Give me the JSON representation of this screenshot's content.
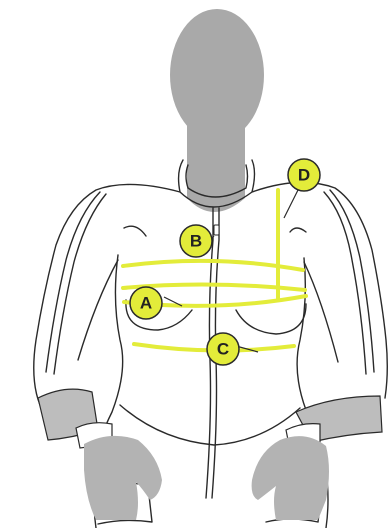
{
  "colors": {
    "measure_line": "#e3ec3a",
    "badge_fill": "#e3ec3a",
    "badge_stroke": "#2b2b2b",
    "head_fill": "#a9a9a9",
    "cuff_fill": "#bdbdbd",
    "hand_fill": "#b3b3b3",
    "outline": "#2a2a2a"
  },
  "markers": {
    "a": {
      "label": "A"
    },
    "b": {
      "label": "B"
    },
    "c": {
      "label": "C"
    },
    "d": {
      "label": "D"
    }
  }
}
